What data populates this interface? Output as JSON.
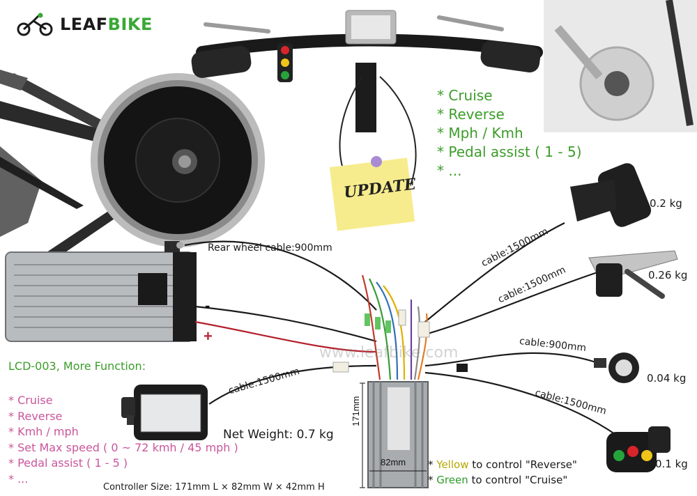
{
  "brand": {
    "name_part1": "LEAF",
    "name_part2": "BIKE"
  },
  "top_features": [
    "* Cruise",
    "* Reverse",
    "* Mph / Kmh",
    "* Pedal assist ( 1 - 5)",
    "* ..."
  ],
  "note": {
    "text": "UPDATE"
  },
  "cables": {
    "rear_wheel": "Rear wheel cable:900mm",
    "throttle": "cable:1500mm",
    "brake": "cable:1500mm",
    "pas": "cable:900mm",
    "switch": "cable:1500mm",
    "display": "cable:1500mm"
  },
  "weights": {
    "throttle": "0.2 kg",
    "brake": "0.26 kg",
    "pas": "0.04 kg",
    "switch": "0.1 kg",
    "controller": "Net Weight: 0.7 kg"
  },
  "battery": {
    "minus": "-",
    "plus": "+"
  },
  "lcd": {
    "title": "LCD-003, More Function:",
    "features": [
      "* Cruise",
      "* Reverse",
      "* Kmh / mph",
      "* Set Max speed ( 0 ~ 72 kmh / 45 mph )",
      "* Pedal assist ( 1 - 5 )",
      "* ..."
    ]
  },
  "controller": {
    "height_dim": "171mm",
    "width_dim": "82mm",
    "size_text": "Controller Size: 171mm L × 82mm W × 42mm H"
  },
  "legend": {
    "line1_prefix": "* ",
    "line1_color": "Yellow",
    "line1_rest": " to control \"Reverse\"",
    "line2_prefix": "* ",
    "line2_color": "Green",
    "line2_rest": " to control \"Cruise\""
  },
  "watermark": "www.leafbike.com",
  "colors": {
    "brand_green": "#39a935",
    "feature_green": "#3c9c2a",
    "lcd_pink": "#c9559b",
    "plus_red": "#c0283a"
  }
}
